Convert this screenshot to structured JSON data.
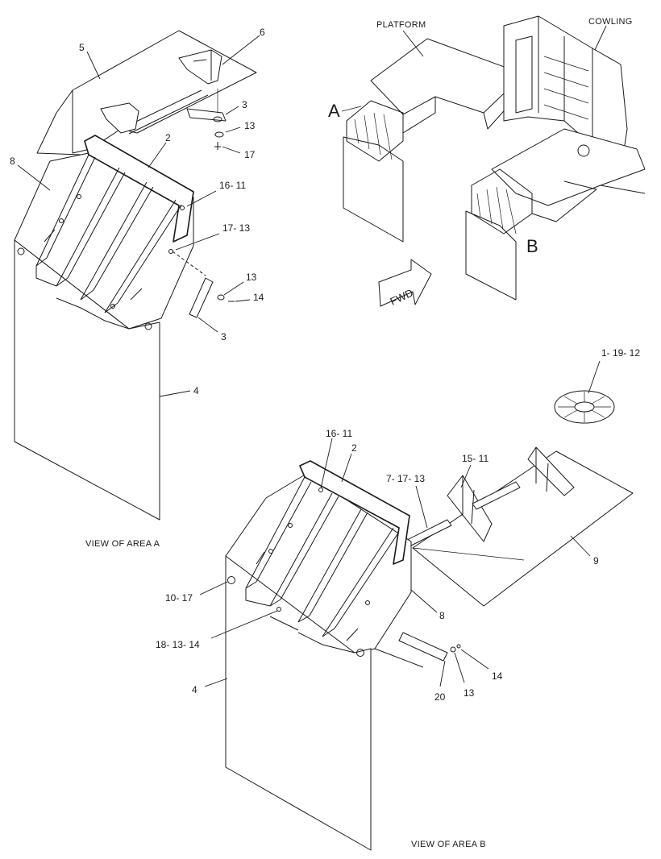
{
  "overview": {
    "platform_label": "PLATFORM",
    "cowling_label": "COWLING",
    "area_a_letter": "A",
    "area_b_letter": "B",
    "fwd_label": "FWD"
  },
  "view_a": {
    "caption": "VIEW OF AREA  A",
    "callouts": [
      "5",
      "6",
      "3",
      "13",
      "17",
      "8",
      "2",
      "16- 11",
      "17- 13",
      "13",
      "14",
      "3",
      "4"
    ]
  },
  "view_b": {
    "caption": "VIEW OF AREA B",
    "callouts": [
      "1- 19- 12",
      "16- 11",
      "2",
      "15- 11",
      "7- 17- 13",
      "9",
      "10- 17",
      "8",
      "18- 13- 14",
      "4",
      "14",
      "13",
      "20"
    ]
  },
  "colors": {
    "line": "#1a1a1a",
    "background": "#ffffff"
  }
}
